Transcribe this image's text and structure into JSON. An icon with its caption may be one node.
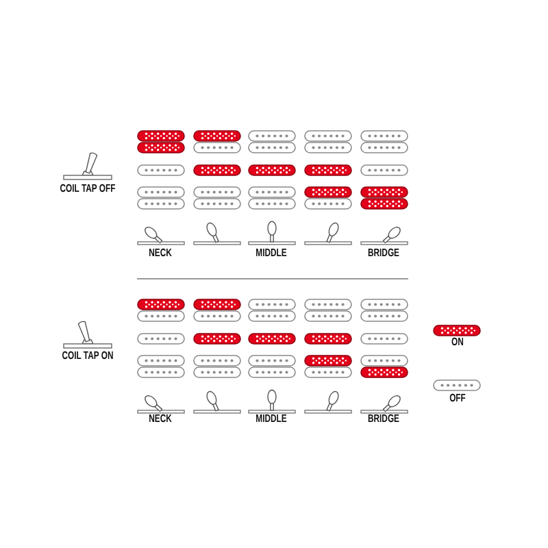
{
  "diagram": {
    "labels": [
      "COIL TAP OFF",
      "NECK",
      "MIDDLE",
      "BRIDGE",
      "COIL TAP ON",
      "NECK",
      "MIDDLE",
      "BRIDGE"
    ],
    "legend": [
      {
        "text": "ON",
        "color": "#e2001a"
      },
      {
        "text": "OFF"
      }
    ]
  }
}
